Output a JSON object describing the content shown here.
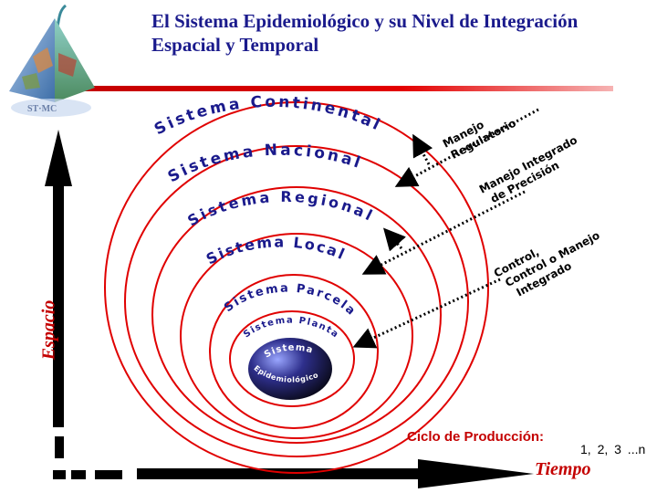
{
  "title": {
    "line1": "El Sistema Epidemiológico y su Nivel de Integración",
    "line2": "Espacial y Temporal"
  },
  "logo": {
    "text": "ST·MC"
  },
  "rings": [
    {
      "label": "Sistema  Continental"
    },
    {
      "label": "Sistema  Nacional"
    },
    {
      "label": "Sistema  Regional"
    },
    {
      "label": "Sistema  Local"
    },
    {
      "label": "Sistema  Parcela"
    },
    {
      "label": "Sistema  Planta"
    }
  ],
  "core": {
    "line1": "Sistema",
    "line2": "Epidemiológico"
  },
  "annotations": [
    {
      "lines": [
        "Manejo",
        "Regulatorio"
      ]
    },
    {
      "lines": [
        "Manejo Integrado",
        "de Precisión"
      ]
    },
    {
      "lines": [
        "Control,",
        "Control o Manejo",
        "Integrado"
      ]
    }
  ],
  "axes": {
    "y_label": "Espacio",
    "x_label": "Tiempo"
  },
  "cycle": {
    "label": "Ciclo de Producción:",
    "values": "1,  2,  3 ...n"
  },
  "colors": {
    "title": "#1a1a8c",
    "rings": "#e00000",
    "axis_labels": "#c40000",
    "ring_text": "#1a1a8c"
  }
}
